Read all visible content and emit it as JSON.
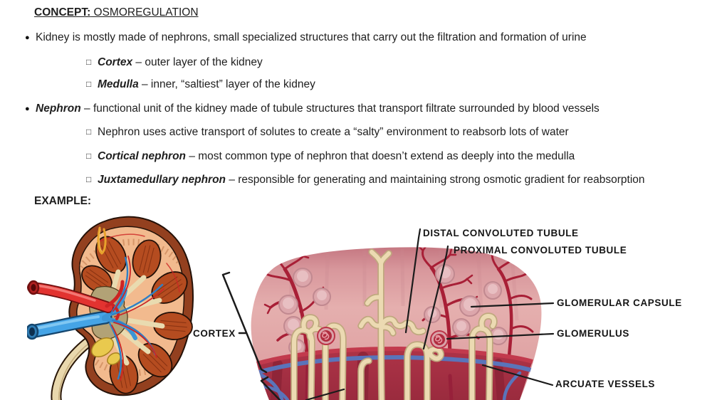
{
  "note": {
    "concept_label": "CONCEPT:",
    "concept_title": " OSMOREGULATION",
    "example_label": "EXAMPLE:",
    "bullet_char": "●",
    "sub_bullet_char": "□",
    "bullets": [
      {
        "level": 1,
        "term": "",
        "text": "Kidney is mostly made of nephrons, small specialized structures that carry out the filtration and formation of urine"
      },
      {
        "level": 2,
        "term": "Cortex",
        "text": " – outer layer of the kidney"
      },
      {
        "level": 2,
        "term": "Medulla",
        "text": " – inner, “saltiest” layer of the kidney"
      },
      {
        "level": 1,
        "term": "Nephron",
        "text": " – functional unit of the kidney made of tubule structures that transport filtrate surrounded by blood vessels"
      },
      {
        "level": 2,
        "term": "",
        "text": "Nephron uses active transport of solutes to create a “salty” environment to reabsorb lots of water"
      },
      {
        "level": 2,
        "term": "Cortical nephron",
        "text": " – most common type of nephron that doesn’t extend as deeply into the medulla"
      },
      {
        "level": 2,
        "term": "Juxtamedullary nephron",
        "text": " – responsible for generating and maintaining strong osmotic gradient for reabsorption"
      }
    ]
  },
  "diagram": {
    "labels": {
      "cortex": "CORTEX",
      "distal_tubule": "DISTAL CONVOLUTED TUBULE",
      "proximal_tubule": "PROXIMAL CONVOLUTED TUBULE",
      "glomerular_capsule": "GLOMERULAR CAPSULE",
      "glomerulus": "GLOMERULUS",
      "arcuate_vessels": "ARCUATE VESSELS"
    },
    "colors": {
      "cortex_pink": "#dfa3a5",
      "medulla_red": "#a83244",
      "vessel_red": "#a81f36",
      "arcuate_blue": "#5a74ba",
      "tubule_cream": "#ecdab2",
      "artery_red": "#e23330",
      "vein_blue": "#45a4e6",
      "kidney_brown": "#93401f",
      "label_color": "#151515"
    }
  }
}
